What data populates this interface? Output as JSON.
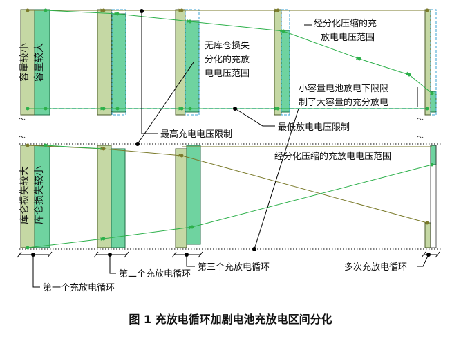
{
  "colors": {
    "olive_fill": "#c5d8a4",
    "olive_edge": "#4a5a2a",
    "teal_fill": "#6fd3a0",
    "teal_edge": "#1e6e46",
    "top_dashed_line": "#3aa0d0",
    "bottom_dashed_line": "#e08040",
    "trajectory_green": "#2cb04a",
    "trajectory_olive": "#7a7a2a",
    "dot_black": "#000000"
  },
  "top_panel": {
    "bar_a_label": "容量较小",
    "bar_b_label": "容量较大",
    "annot_no_loss": [
      "无库仓损失",
      "分化的充放",
      "电电压范围"
    ],
    "annot_diff_compressed": [
      "经分化压缩的充",
      "放电电压范围"
    ],
    "annot_small_limits": [
      "小容量电池放电下限限",
      "制了大容量的充分放电"
    ]
  },
  "middle_labels": {
    "max_voltage": "最高充电电压限制",
    "min_voltage": "最低放电电压限制"
  },
  "bottom_panel": {
    "bar_a_label": "库仑损失较大",
    "bar_b_label": "库仑损失较小",
    "annot_diff_compressed": "经分化压缩的充放电电压范围"
  },
  "cycle_labels": {
    "cycle1": "第一个充放电循环",
    "cycle2": "第二个充放电循环",
    "cycle3": "第三个充放电循环",
    "cycle_many": "多次充放电循环"
  },
  "caption": "图 1  充放电循环加剧电池充放电区间分化"
}
